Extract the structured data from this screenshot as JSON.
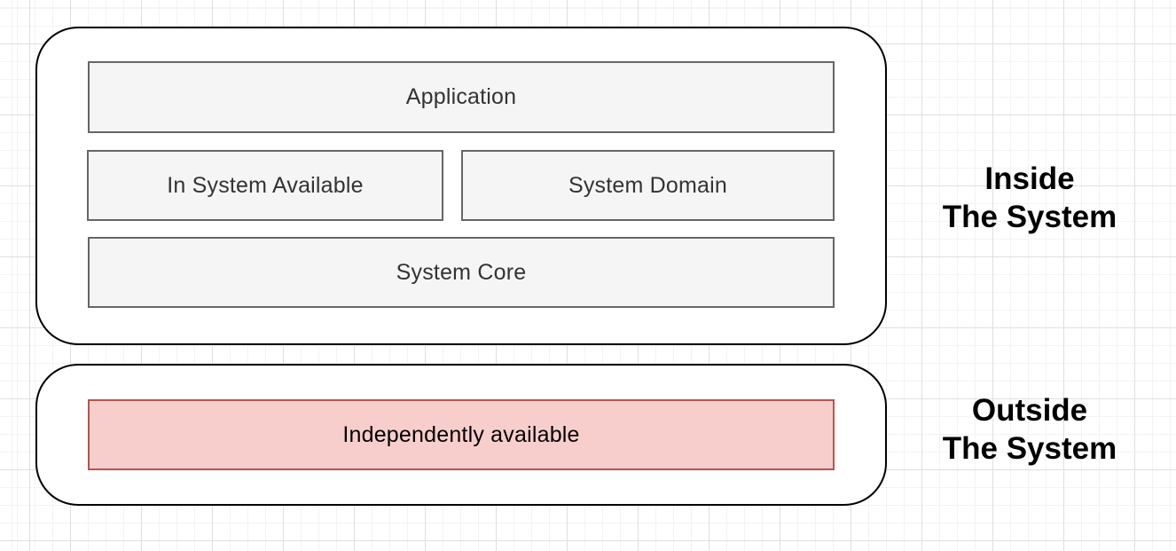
{
  "diagram": {
    "inside_group": {
      "nodes": {
        "application": "Application",
        "in_system_available": "In System Available",
        "system_domain": "System Domain",
        "system_core": "System Core"
      },
      "side_label": {
        "line1": "Inside",
        "line2": "The System"
      }
    },
    "outside_group": {
      "nodes": {
        "independently_available": "Independently available"
      },
      "side_label": {
        "line1": "Outside",
        "line2": "The System"
      }
    },
    "colors": {
      "node_fill": "#f5f5f5",
      "node_border": "#666666",
      "node_text": "#333333",
      "red_node_fill": "#f8cecc",
      "red_node_border": "#b85450",
      "red_node_text": "#000000",
      "group_fill": "#ffffff",
      "group_border": "#000000",
      "grid_minor": "#f3f3f5",
      "grid_major": "#dfdfe2",
      "background": "#ffffff"
    }
  }
}
